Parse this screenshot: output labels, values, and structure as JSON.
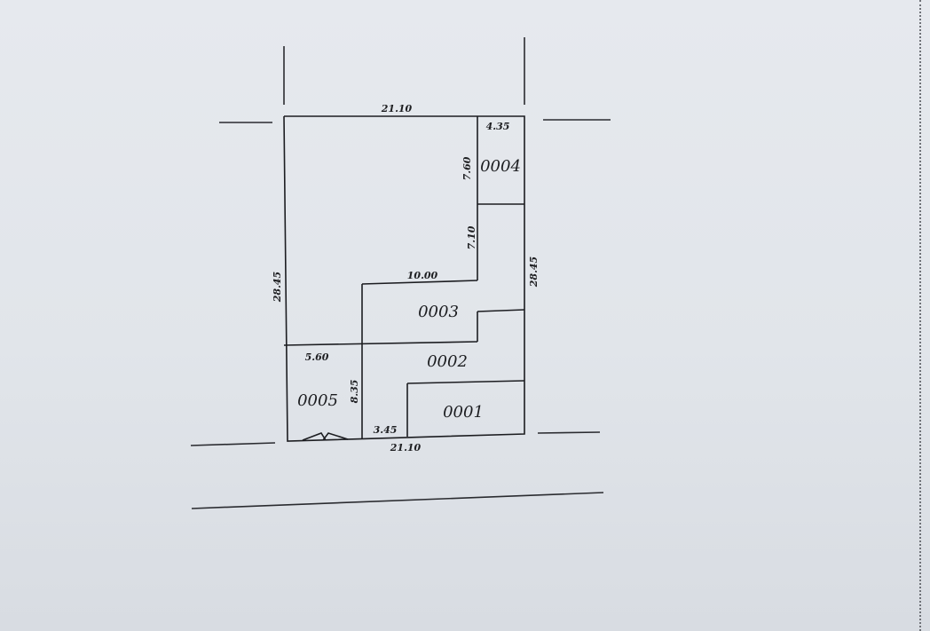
{
  "plot": {
    "dims": {
      "top": "21.10",
      "bottom": "21.10",
      "left": "28.45",
      "right": "28.45",
      "unit4_width": "4.35",
      "unit4_height": "7.60",
      "inner_vertical": "7.10",
      "inner_step": "10.00",
      "unit5_width": "5.60",
      "unit5_height": "8.35",
      "entrance_gap": "3.45"
    },
    "units": {
      "u1": "0001",
      "u2": "0002",
      "u3": "0003",
      "u4": "0004",
      "u5": "0005"
    }
  }
}
